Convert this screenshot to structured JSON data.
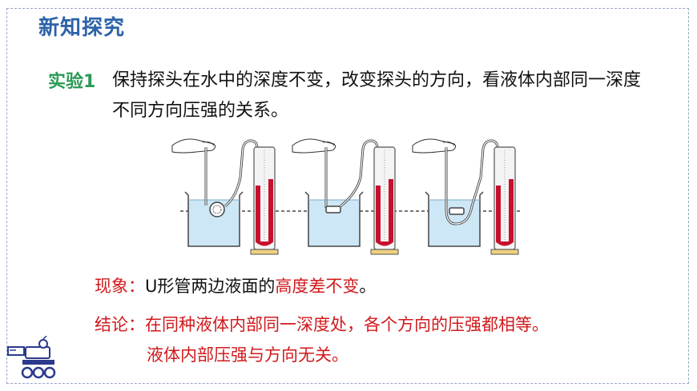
{
  "slide": {
    "title": "新知探究",
    "experiment": {
      "label": "实验1",
      "text": "保持探头在水中的深度不变，改变探头的方向，看液体内部同一深度不同方向压强的关系。"
    },
    "phenomenon": {
      "label": "现象：",
      "text_plain": "U形管两边液面的",
      "text_highlight": "高度差不变",
      "text_end": "。"
    },
    "conclusion": {
      "label": "结论：",
      "line1": "在同种液体内部同一深度处，各个方向的压强都相等。",
      "line2": "液体内部压强与方向无关。"
    }
  },
  "colors": {
    "title": "#2c63a8",
    "experiment_label": "#2a9a55",
    "highlight": "#d0191c",
    "water": "#cde7f6",
    "manometer_liquid": "#c8102e"
  },
  "figure": {
    "setups": [
      {
        "probe_direction": "side"
      },
      {
        "probe_direction": "up"
      },
      {
        "probe_direction": "down"
      }
    ]
  }
}
